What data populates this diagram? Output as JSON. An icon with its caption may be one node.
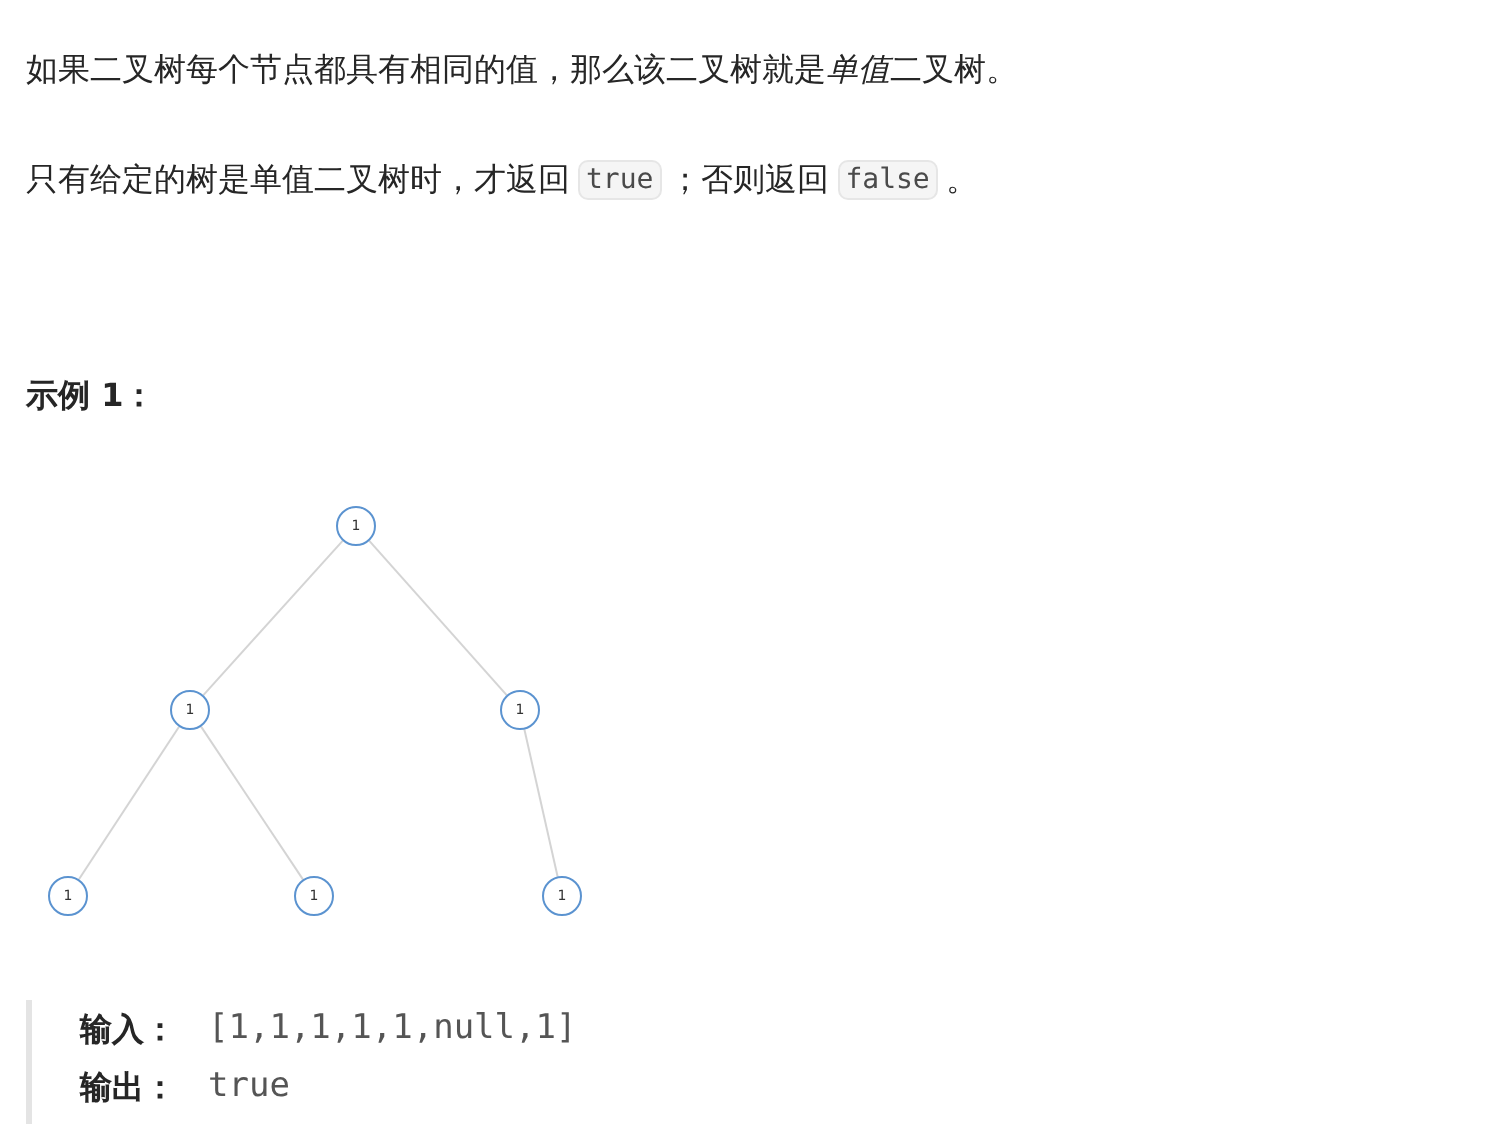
{
  "diagram": {
    "nodes": [
      {
        "text": [
          "1"
        ]
      },
      {
        "text": [
          "1"
        ]
      },
      {
        "text": [
          "1"
        ]
      },
      {
        "text": [
          "1"
        ]
      },
      {
        "text": [
          "1"
        ]
      },
      {
        "text": [
          "1"
        ]
      }
    ],
    "edges": [
      {
        "from": 0,
        "to": 1,
        "arrow": "none"
      },
      {
        "from": 0,
        "to": 2,
        "arrow": "none"
      },
      {
        "from": 1,
        "to": 3,
        "arrow": "none"
      },
      {
        "from": 1,
        "to": 4,
        "arrow": "none"
      },
      {
        "from": 2,
        "to": 5,
        "arrow": "none"
      }
    ],
    "labels": [
      "如果二叉树每个节点都具有相同的值，那么该二叉树就是",
      "单值",
      "二叉树。",
      "只有给定的树是单值二叉树时，才返回",
      "true",
      "；否则返回",
      "false",
      "。",
      "示例 1：",
      "输入：",
      "[1,1,1,1,1,null,1]",
      "输出：",
      "true"
    ]
  }
}
